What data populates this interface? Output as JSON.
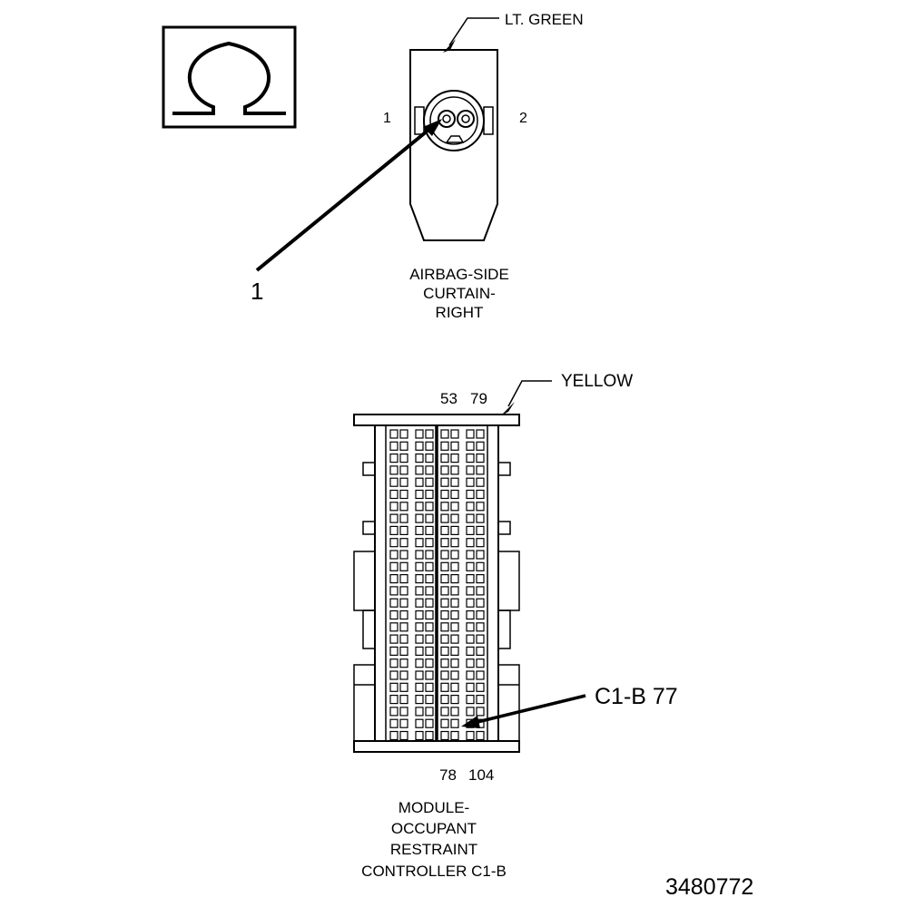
{
  "top_connector": {
    "color_label": "LT. GREEN",
    "pin_left": "1",
    "pin_right": "2",
    "callout": "1",
    "title_lines": [
      "AIRBAG-SIDE",
      "CURTAIN-",
      "RIGHT"
    ]
  },
  "bottom_connector": {
    "color_label": "YELLOW",
    "pin_top_left": "53",
    "pin_top_right": "79",
    "pin_bottom_left": "78",
    "pin_bottom_right": "104",
    "callout": "C1-B 77",
    "title_lines": [
      "MODULE-",
      "OCCUPANT",
      "RESTRAINT",
      "CONTROLLER C1-B"
    ]
  },
  "ohm_symbol": "Ω",
  "figure_number": "3480772"
}
